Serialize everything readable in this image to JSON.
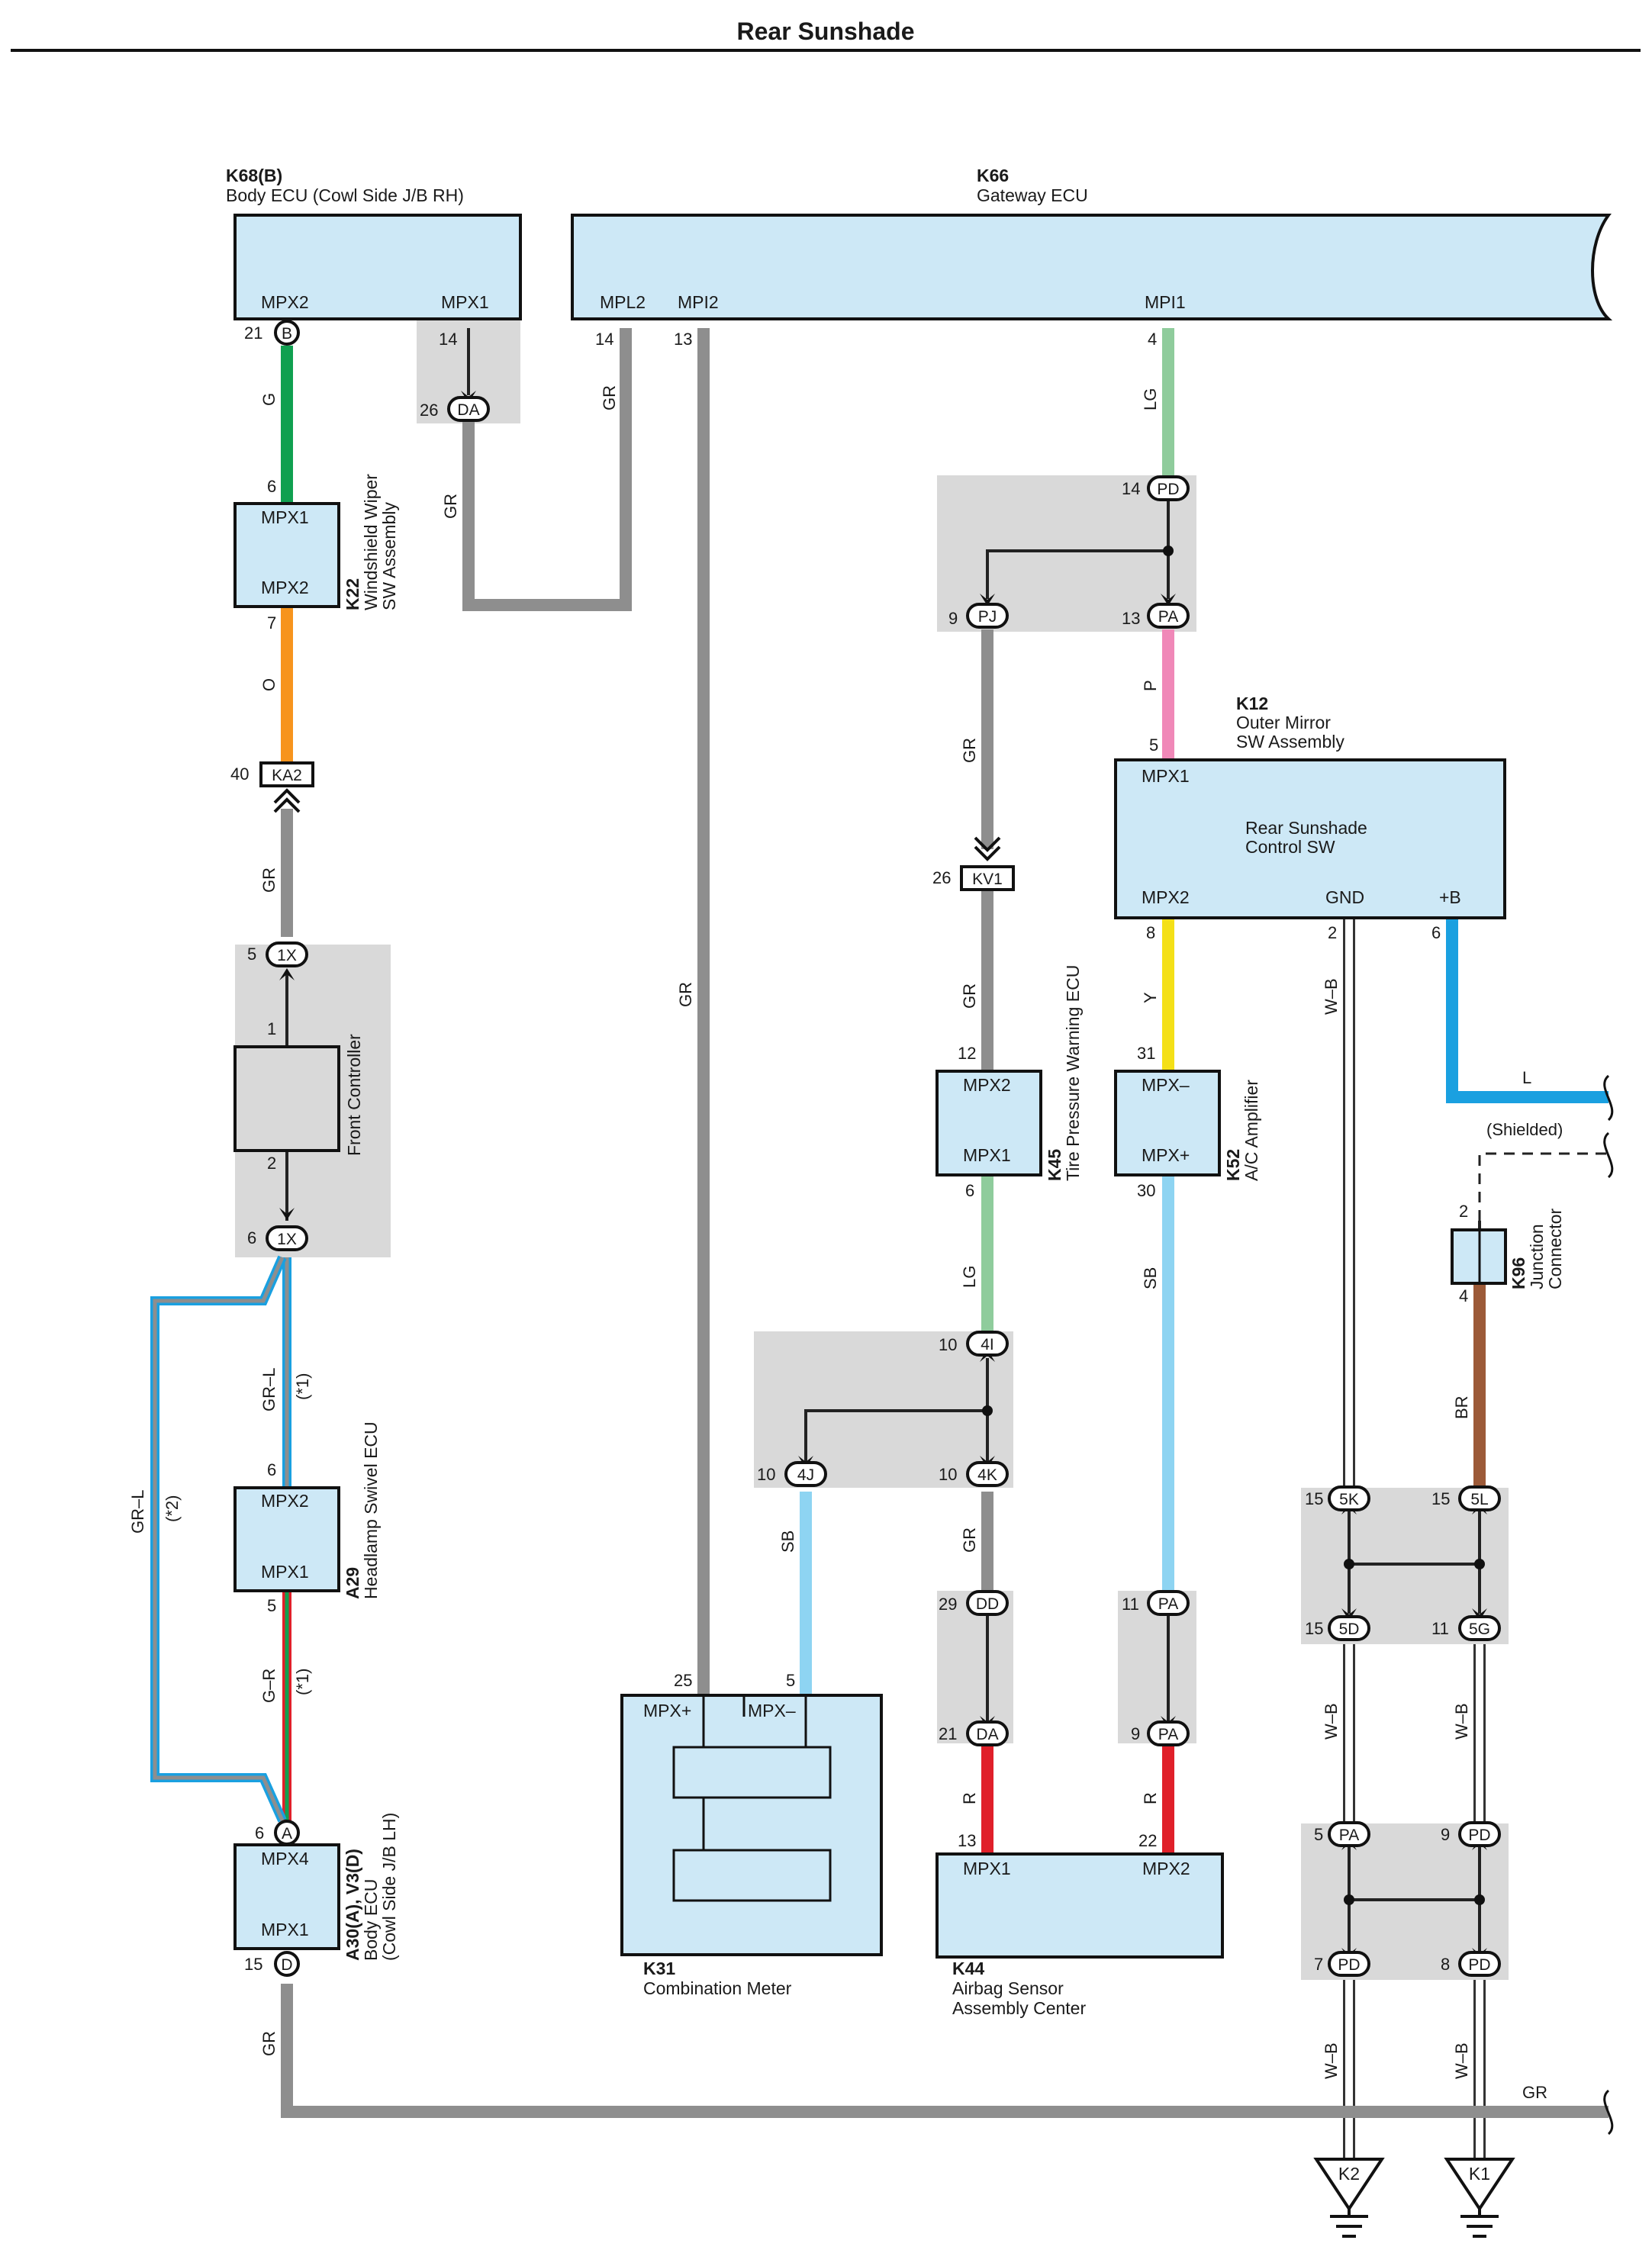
{
  "title": "Rear Sunshade",
  "components": {
    "k68": {
      "code": "K68(B)",
      "name": "Body ECU (Cowl Side J/B RH)",
      "t1": "MPX2",
      "t2": "MPX1"
    },
    "k66": {
      "code": "K66",
      "name": "Gateway ECU",
      "t1": "MPL2",
      "t2": "MPI2",
      "t3": "MPI1"
    },
    "k22": {
      "code": "K22",
      "name1": "Windshield Wiper",
      "name2": "SW Assembly",
      "t1": "MPX1",
      "t2": "MPX2"
    },
    "front_controller": {
      "name": "Front Controller"
    },
    "a29": {
      "code": "A29",
      "name": "Headlamp Swivel ECU",
      "t1": "MPX2",
      "t2": "MPX1"
    },
    "a30": {
      "code": "A30(A), V3(D)",
      "name1": "Body ECU",
      "name2": "(Cowl Side J/B LH)",
      "t1": "MPX4",
      "t2": "MPX1"
    },
    "k12": {
      "code": "K12",
      "name1": "Outer Mirror",
      "name2": "SW Assembly",
      "inner1": "Rear Sunshade",
      "inner2": "Control SW",
      "t1": "MPX1",
      "t2": "MPX2",
      "t3": "GND",
      "t4": "+B"
    },
    "k45": {
      "code": "K45",
      "name": "Tire Pressure Warning ECU",
      "t1": "MPX2",
      "t2": "MPX1"
    },
    "k52": {
      "code": "K52",
      "name": "A/C Amplifier",
      "t1": "MPX–",
      "t2": "MPX+"
    },
    "k96": {
      "code": "K96",
      "name1": "Junction",
      "name2": "Connector"
    },
    "k31": {
      "code": "K31",
      "name": "Combination Meter",
      "t1": "MPX+",
      "t2": "MPX–"
    },
    "k44": {
      "code": "K44",
      "name1": "Airbag Sensor",
      "name2": "Assembly Center",
      "t1": "MPX1",
      "t2": "MPX2"
    },
    "k2": {
      "code": "K2"
    },
    "k1": {
      "code": "K1"
    }
  },
  "connectors": {
    "b": "B",
    "da1": "DA",
    "pd1": "PD",
    "pj": "PJ",
    "pa1": "PA",
    "ka2": "KA2",
    "kv1": "KV1",
    "x1a": "1X",
    "x1b": "1X",
    "i4": "4I",
    "j4": "4J",
    "k4": "4K",
    "dd": "DD",
    "da2": "DA",
    "pa2": "PA",
    "pa3": "PA",
    "k5": "5K",
    "l5": "5L",
    "d5": "5D",
    "g5": "5G",
    "pa4": "PA",
    "pd2": "PD",
    "pd3": "PD",
    "pd4": "PD",
    "a": "A",
    "d": "D"
  },
  "pins": {
    "p21": "21",
    "p14a": "14",
    "p26a": "26",
    "p14b": "14",
    "p13a": "13",
    "p4": "4",
    "p14c": "14",
    "p9a": "9",
    "p13b": "13",
    "p5a": "5",
    "p6a": "6",
    "p7a": "7",
    "p40": "40",
    "p26b": "26",
    "p5b": "5",
    "p1": "1",
    "p2a": "2",
    "p6b": "6",
    "p12": "12",
    "p6c": "6",
    "p8": "8",
    "p31": "31",
    "p30": "30",
    "p2b": "2",
    "p6d": "6",
    "p2c": "2",
    "p4b": "4",
    "p10a": "10",
    "p10b": "10",
    "p10c": "10",
    "p6e": "6",
    "p5c": "5",
    "p29": "29",
    "p21b": "21",
    "p11a": "11",
    "p9b": "9",
    "p25": "25",
    "p5d": "5",
    "p13c": "13",
    "p22": "22",
    "p15a": "15",
    "p15b": "15",
    "p15c": "15",
    "p11b": "11",
    "p5e": "5",
    "p9c": "9",
    "p7b": "7",
    "p8b": "8",
    "p6f": "6",
    "p15d": "15"
  },
  "wires": {
    "g": "G",
    "gr1": "GR",
    "gr2": "GR",
    "lg1": "LG",
    "p": "P",
    "o": "O",
    "gr3": "GR",
    "gr4": "GR",
    "gr5": "GR",
    "gr6": "GR",
    "wb1": "W–B",
    "y": "Y",
    "l": "L",
    "shielded": "(Shielded)",
    "grl1": "GR–L",
    "star1a": "(*1)",
    "grl2": "GR–L",
    "star2": "(*2)",
    "lg2": "LG",
    "sb1": "SB",
    "br": "BR",
    "sb2": "SB",
    "gr7": "GR",
    "gr_mpi": "GR",
    "gr_bottom": "GR",
    "gr8": "GR",
    "gr_k": "R",
    "r2": "R",
    "gr_r": "G–R",
    "star1b": "(*1)",
    "wb2": "W–B",
    "wb3": "W–B",
    "wb4": "W–B",
    "wb5": "W–B"
  },
  "colors": {
    "box_fill": "#cde8f6",
    "gray_box": "#d9d9d9",
    "wire_gr": "#8e8e8e",
    "wire_g": "#10a050",
    "wire_lg": "#8fcc9c",
    "wire_o": "#f7941d",
    "wire_p": "#f088b8",
    "wire_y": "#f4e017",
    "wire_l": "#1aa0e0",
    "wire_sb": "#8ed4f2",
    "wire_br": "#9c5a38",
    "wire_r": "#e0202a"
  }
}
